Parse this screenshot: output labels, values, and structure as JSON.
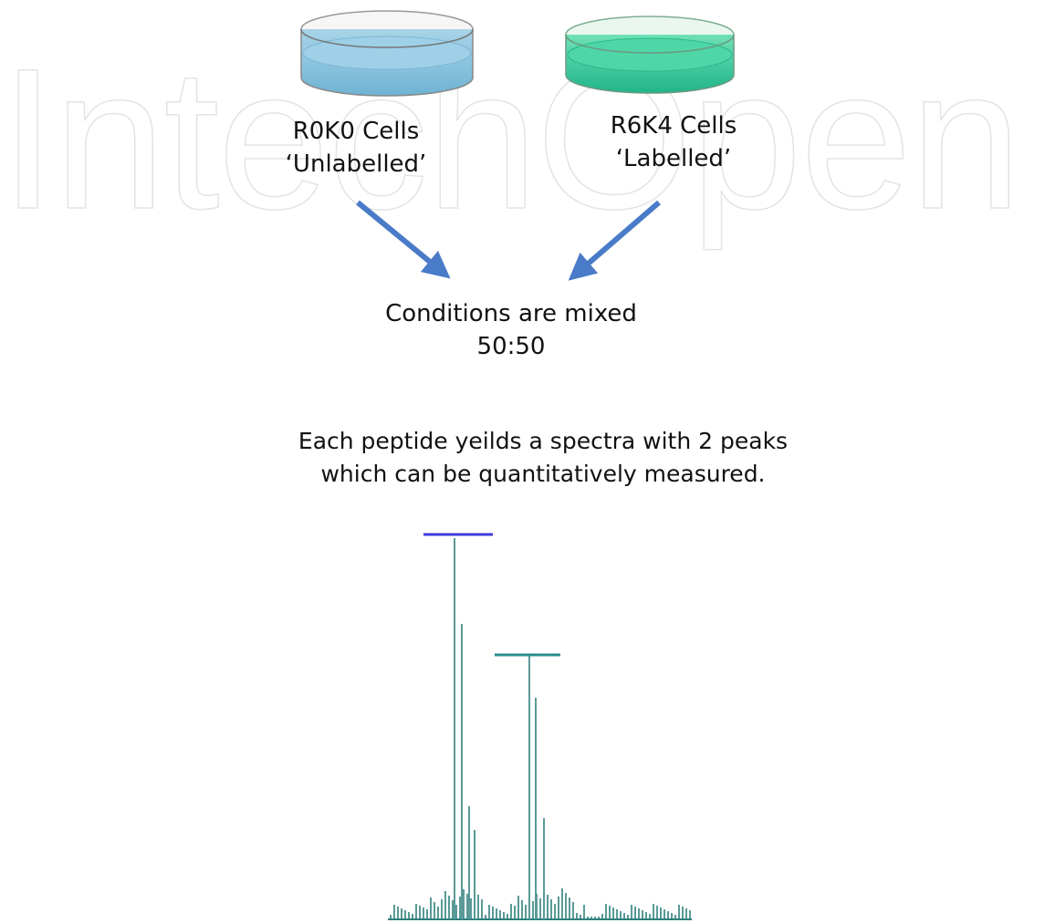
{
  "watermark": {
    "text": "IntechOpen"
  },
  "left_dish": {
    "line1": "R0K0 Cells",
    "line2": "‘Unlabelled’",
    "liquid_color": "#8ec6e0"
  },
  "right_dish": {
    "line1": "R6K4 Cells",
    "line2": "‘Labelled’",
    "liquid_color": "#3dcfa2"
  },
  "arrow_color": "#4a7bc8",
  "mix": {
    "line1": "Conditions are mixed",
    "line2": "50:50"
  },
  "spectra": {
    "line1": "Each peptide yeilds a spectra with 2 peaks",
    "line2": "which can be quantitatively measured.",
    "peak_color": "#5a9a98",
    "light_marker_color": "#3b3bdc",
    "heavy_marker_color": "#2a8d8d"
  }
}
